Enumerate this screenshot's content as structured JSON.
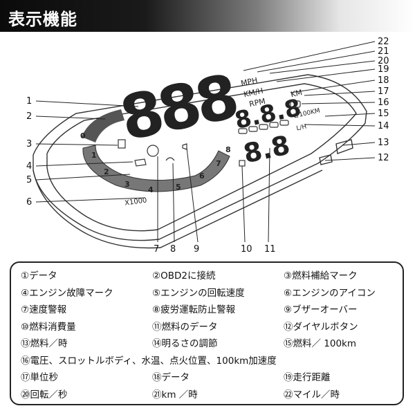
{
  "header": {
    "title": "表示機能"
  },
  "diagram": {
    "callouts": [
      {
        "num": "1"
      },
      {
        "num": "2"
      },
      {
        "num": "3"
      },
      {
        "num": "4"
      },
      {
        "num": "5"
      },
      {
        "num": "6"
      },
      {
        "num": "7"
      },
      {
        "num": "8"
      },
      {
        "num": "9"
      },
      {
        "num": "10"
      },
      {
        "num": "11"
      },
      {
        "num": "12"
      },
      {
        "num": "13"
      },
      {
        "num": "14"
      },
      {
        "num": "15"
      },
      {
        "num": "16"
      },
      {
        "num": "17"
      },
      {
        "num": "18"
      },
      {
        "num": "19"
      },
      {
        "num": "20"
      },
      {
        "num": "21"
      },
      {
        "num": "22"
      }
    ],
    "display": {
      "speed_digits": "888",
      "mid_digits": "8.8.8",
      "lower_digits": "8.8",
      "units": {
        "mph": "MPH",
        "kmh": "KM/H",
        "rpm": "RPM",
        "km": "KM",
        "l100km": "L/100KM",
        "lh": "L/H"
      },
      "gauge_labels": [
        "0",
        "1",
        "2",
        "3",
        "4",
        "5",
        "6",
        "7",
        "8"
      ],
      "scale_label": "X1000"
    }
  },
  "legend": {
    "rows": [
      [
        "①データ",
        "②OBD2に接続",
        "③燃料補給マーク"
      ],
      [
        "④エンジン故障マーク",
        "⑤エンジンの回転速度",
        "⑥エンジンのアイコン"
      ],
      [
        "⑦速度警報",
        "⑧疲労運転防止警報",
        "⑨ブザーオーバー"
      ],
      [
        "⑩燃料消費量",
        "⑪燃料のデータ",
        "⑫ダイヤルボタン"
      ],
      [
        "⑬燃料／時",
        "⑭明るさの調節",
        "⑮燃料／ 100km"
      ],
      [
        "⑯電圧、スロットルボディ、水温、点火位置、100km加速度"
      ],
      [
        "⑰単位秒",
        "⑱データ",
        "⑲走行距離"
      ],
      [
        "⑳回転／秒",
        "㉑km ／時",
        "㉒マイル／時"
      ]
    ]
  }
}
